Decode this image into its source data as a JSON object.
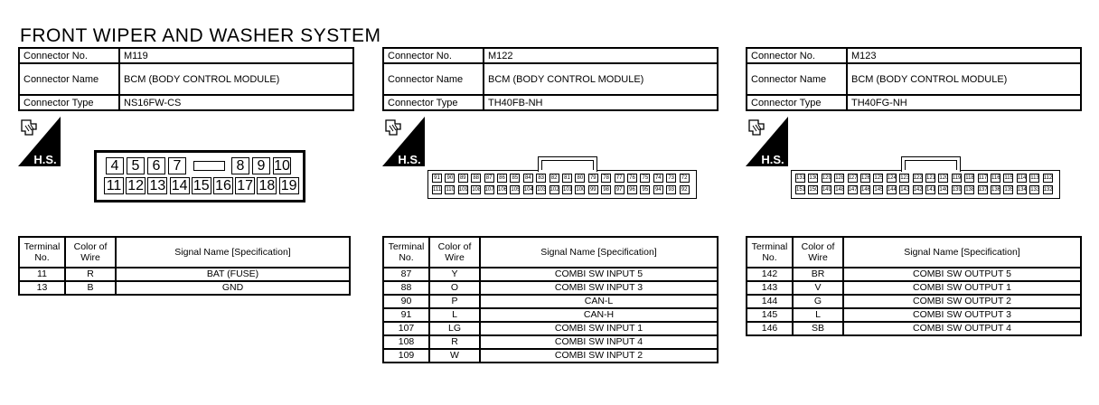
{
  "title": "FRONT WIPER AND WASHER SYSTEM",
  "labels": {
    "connector_no": "Connector No.",
    "connector_name": "Connector Name",
    "connector_type": "Connector Type",
    "hs": "H.S.",
    "terminal_no": "Terminal No.",
    "color_of_wire": "Color of Wire",
    "signal_name": "Signal Name [Specification]"
  },
  "connectors": [
    {
      "no": "M119",
      "name": "BCM (BODY CONTROL MODULE)",
      "type": "NS16FW-CS",
      "pins_top": [
        "4",
        "5",
        "6",
        "7",
        "",
        "8",
        "9",
        "10"
      ],
      "pins_bottom": [
        "11",
        "12",
        "13",
        "14",
        "15",
        "16",
        "17",
        "18",
        "19"
      ],
      "rows": [
        {
          "t": "11",
          "c": "R",
          "s": "BAT (FUSE)"
        },
        {
          "t": "13",
          "c": "B",
          "s": "GND"
        }
      ]
    },
    {
      "no": "M122",
      "name": "BCM (BODY CONTROL MODULE)",
      "type": "TH40FB-NH",
      "pins_top": [
        "91",
        "90",
        "89",
        "88",
        "87",
        "86",
        "85",
        "84",
        "83",
        "82",
        "81",
        "80",
        "79",
        "78",
        "77",
        "76",
        "75",
        "74",
        "73",
        "72"
      ],
      "pins_bottom": [
        "111",
        "110",
        "109",
        "108",
        "107",
        "106",
        "105",
        "104",
        "103",
        "102",
        "101",
        "100",
        "99",
        "98",
        "97",
        "96",
        "95",
        "94",
        "93",
        "92"
      ],
      "rows": [
        {
          "t": "87",
          "c": "Y",
          "s": "COMBI SW INPUT 5"
        },
        {
          "t": "88",
          "c": "O",
          "s": "COMBI SW INPUT 3"
        },
        {
          "t": "90",
          "c": "P",
          "s": "CAN-L"
        },
        {
          "t": "91",
          "c": "L",
          "s": "CAN-H"
        },
        {
          "t": "107",
          "c": "LG",
          "s": "COMBI SW INPUT 1"
        },
        {
          "t": "108",
          "c": "R",
          "s": "COMBI SW INPUT 4"
        },
        {
          "t": "109",
          "c": "W",
          "s": "COMBI SW INPUT 2"
        }
      ]
    },
    {
      "no": "M123",
      "name": "BCM (BODY CONTROL MODULE)",
      "type": "TH40FG-NH",
      "pins_top": [
        "131",
        "130",
        "129",
        "128",
        "127",
        "126",
        "125",
        "124",
        "123",
        "122",
        "121",
        "120",
        "119",
        "118",
        "117",
        "116",
        "115",
        "114",
        "113",
        "112"
      ],
      "pins_bottom": [
        "151",
        "150",
        "149",
        "148",
        "147",
        "146",
        "145",
        "144",
        "143",
        "142",
        "141",
        "140",
        "139",
        "138",
        "137",
        "136",
        "135",
        "134",
        "133",
        "132"
      ],
      "rows": [
        {
          "t": "142",
          "c": "BR",
          "s": "COMBI SW OUTPUT 5"
        },
        {
          "t": "143",
          "c": "V",
          "s": "COMBI SW OUTPUT 1"
        },
        {
          "t": "144",
          "c": "G",
          "s": "COMBI SW OUTPUT 2"
        },
        {
          "t": "145",
          "c": "L",
          "s": "COMBI SW OUTPUT 3"
        },
        {
          "t": "146",
          "c": "SB",
          "s": "COMBI SW OUTPUT 4"
        }
      ]
    }
  ]
}
